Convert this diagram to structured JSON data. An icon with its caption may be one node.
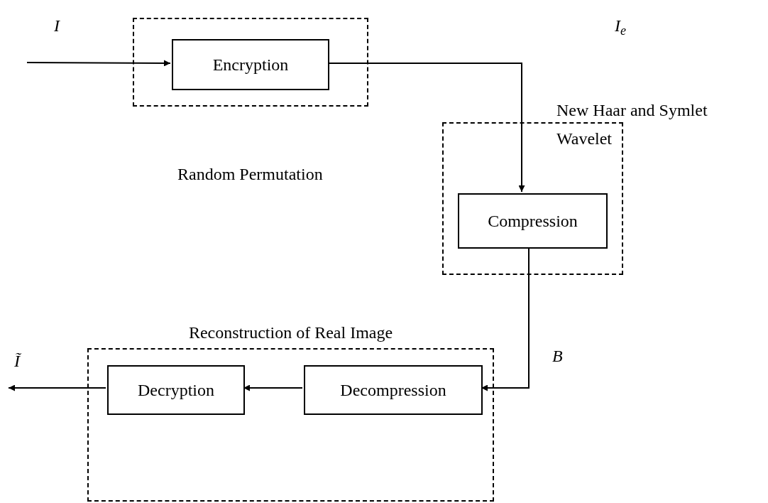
{
  "diagram": {
    "nodes": [
      {
        "text": [],
        "shape": "box",
        "beside": [
          "Random Permutation"
        ]
      },
      {
        "text": [
          "Encryption"
        ],
        "in": 0
      },
      {
        "text": [],
        "shape": "box",
        "beside": [
          "New Haar and Symlet Wavelet"
        ]
      },
      {
        "text": [
          "Compression"
        ],
        "in": 2
      },
      {
        "text": [
          "Reconstruction of Real Image"
        ]
      },
      {
        "text": [
          "Decryption"
        ],
        "in": 4
      },
      {
        "text": [
          "Decompression"
        ],
        "in": 4
      }
    ],
    "edges": [
      {
        "from": null,
        "to": 1,
        "arrow": "to"
      },
      {
        "from": 1,
        "to": 3,
        "arrow": "to"
      },
      {
        "from": 3,
        "to": 6,
        "arrow": "to"
      },
      {
        "from": 6,
        "to": 5,
        "arrow": "to"
      },
      {
        "from": 5,
        "to": null,
        "arrow": "to"
      }
    ],
    "labels": [
      "I",
      "I$_{e}$",
      "B",
      "Ĩ"
    ]
  }
}
